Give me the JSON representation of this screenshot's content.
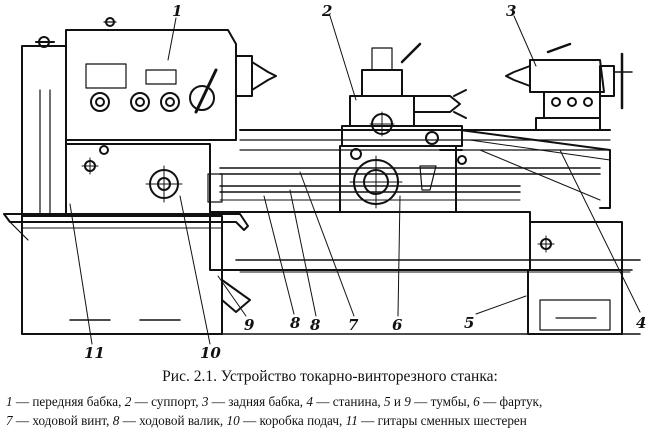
{
  "callouts": [
    "1",
    "2",
    "3",
    "4",
    "5",
    "6",
    "7",
    "8",
    "8",
    "9",
    "10",
    "11"
  ],
  "caption": "Рис. 2.1. Устройство токарно-винторезного станка:",
  "legend": [
    {
      "num": "1",
      "text": " — передняя бабка, "
    },
    {
      "num": "2",
      "text": " — суппорт, "
    },
    {
      "num": "3",
      "text": " — задняя бабка, "
    },
    {
      "num": "4",
      "text": " — станина, "
    },
    {
      "num": "5",
      "text": " и "
    },
    {
      "num": "9",
      "text": " — тумбы, "
    },
    {
      "num": "6",
      "text": " — фартук,"
    },
    {
      "num": "7",
      "text": " — ходовой винт, "
    },
    {
      "num": "8",
      "text": " — ходовой валик, "
    },
    {
      "num": "10",
      "text": " — коробка подач, "
    },
    {
      "num": "11",
      "text": " — гитары сменных шестерен"
    }
  ]
}
